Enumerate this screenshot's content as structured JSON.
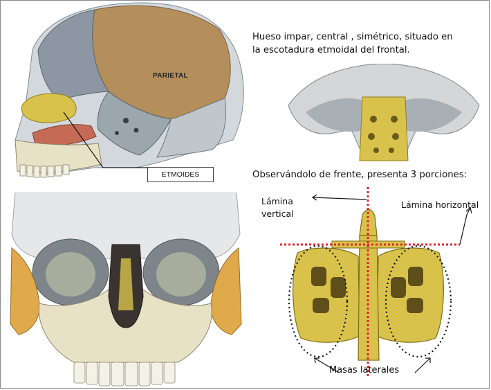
{
  "description_text": {
    "line1": "Hueso impar, central , simétrico,  situado en",
    "line2": "la escotadura etmoidal del frontal."
  },
  "lateral_skull": {
    "parietal_label": "PARIETAL",
    "ethmoid_label": "ETMOIDES"
  },
  "front_view": {
    "heading": "Observándolo de frente, presenta 3 porciones:",
    "vertical_plate_line1": "Lámina",
    "vertical_plate_line2": "vertical",
    "horizontal_plate": "Lámina horizontal",
    "lateral_masses": "Masas laterales"
  },
  "colors": {
    "bone": "#e7e2c6",
    "ethmoid_yellow": "#d8c24c",
    "parietal_tan": "#b48f5b",
    "zygomatic_orange": "#e0a94c",
    "guide_red": "#e0262b"
  }
}
